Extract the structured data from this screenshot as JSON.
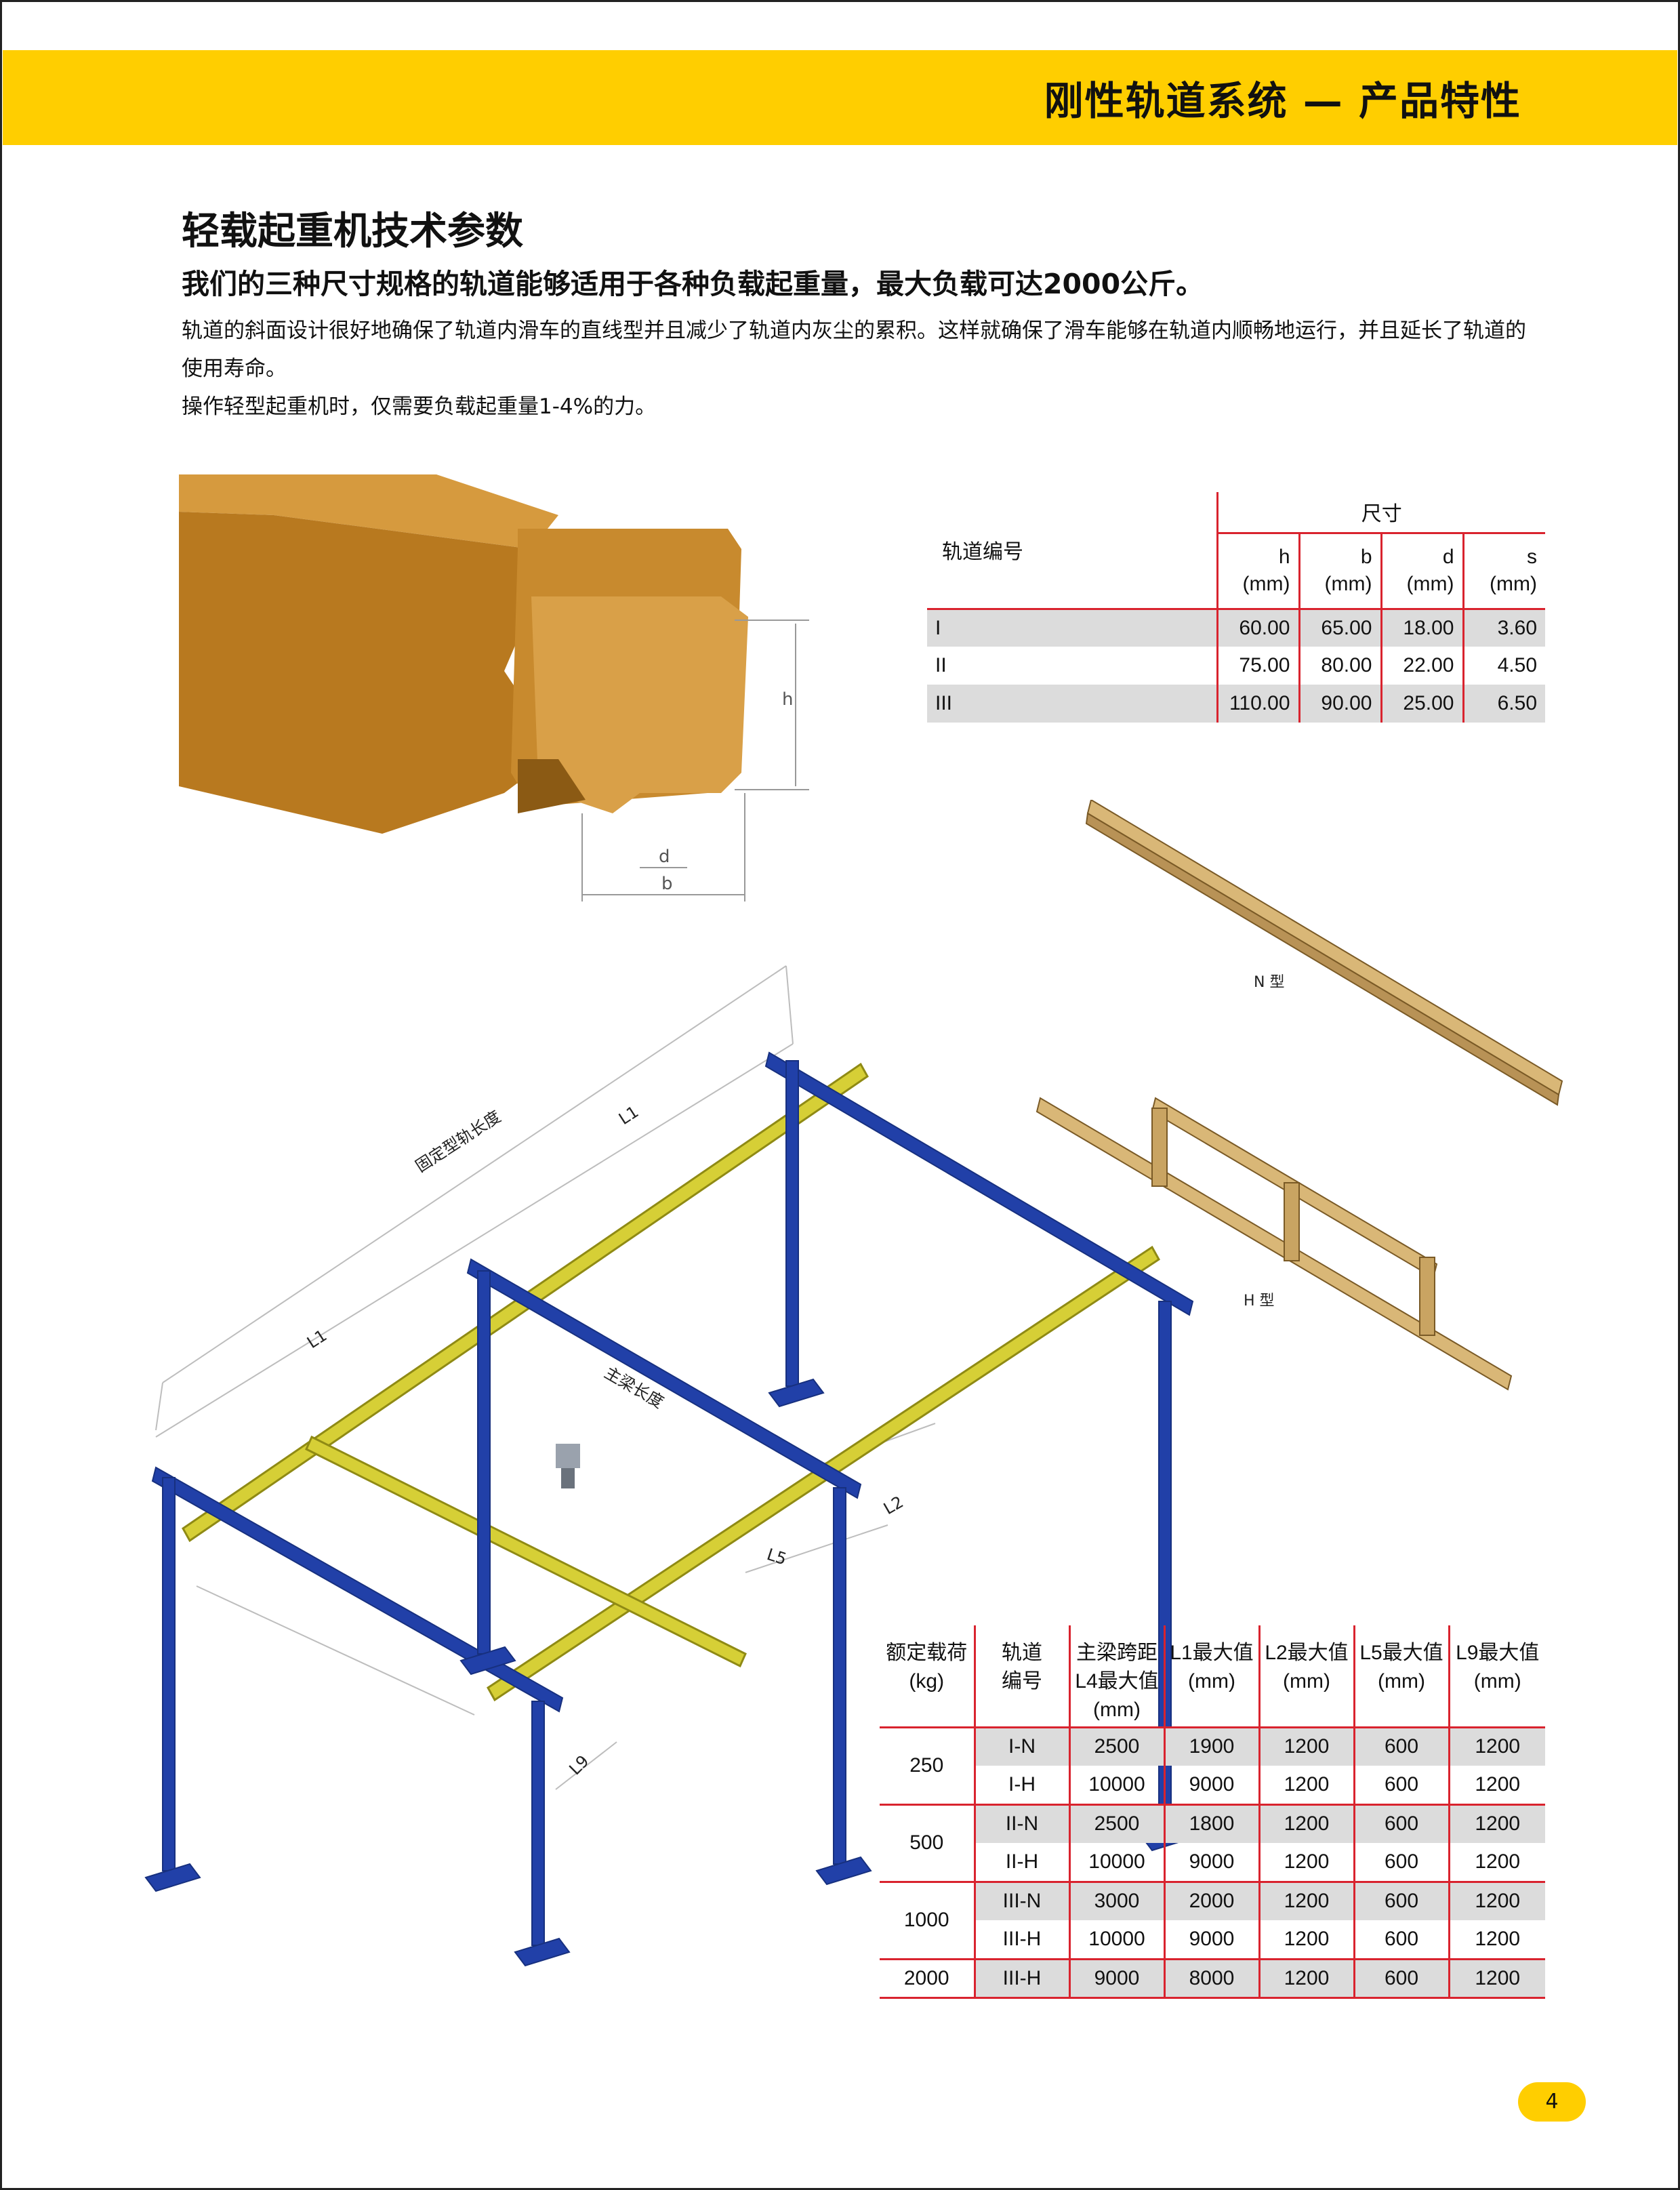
{
  "header": {
    "title": "刚性轨道系统 — 产品特性"
  },
  "section": {
    "title": "轻载起重机技术参数",
    "lead": "我们的三种尺寸规格的轨道能够适用于各种负载起重量，最大负载可达2000公斤。",
    "body_1": "轨道的斜面设计很好地确保了轨道内滑车的直线型并且减少了轨道内灰尘的累积。这样就确保了滑车能够在轨道内顺畅地运行，并且延长了轨道的使用寿命。",
    "body_2": "操作轻型起重机时，仅需要负载起重量1-4%的力。"
  },
  "rail_figure": {
    "label_h": "h",
    "label_d": "d",
    "label_b": "b"
  },
  "dimension_table": {
    "code_header": "轨道编号",
    "group_header": "尺寸",
    "columns": [
      {
        "name": "h",
        "unit": "(mm)"
      },
      {
        "name": "b",
        "unit": "(mm)"
      },
      {
        "name": "d",
        "unit": "(mm)"
      },
      {
        "name": "s",
        "unit": "(mm)"
      }
    ],
    "rows": [
      {
        "code": "I",
        "values": [
          "60.00",
          "65.00",
          "18.00",
          "3.60"
        ]
      },
      {
        "code": "II",
        "values": [
          "75.00",
          "80.00",
          "22.00",
          "4.50"
        ]
      },
      {
        "code": "III",
        "values": [
          "110.00",
          "90.00",
          "25.00",
          "6.50"
        ]
      }
    ]
  },
  "profiles": {
    "n_label": "N 型",
    "h_label": "H 型"
  },
  "crane_figure": {
    "fixed_rail_length": "固定型轨长度",
    "main_beam_length": "主梁长度",
    "l1_top": "L1",
    "l1_left": "L1",
    "l2": "L2",
    "l5": "L5",
    "l9": "L9"
  },
  "load_table": {
    "headers": [
      [
        "额定载荷",
        "(kg)"
      ],
      [
        "轨道",
        "编号"
      ],
      [
        "主梁跨距",
        "L4最大值",
        "(mm)"
      ],
      [
        "L1最大值",
        "(mm)"
      ],
      [
        "L2最大值",
        "(mm)"
      ],
      [
        "L5最大值",
        "(mm)"
      ],
      [
        "L9最大值",
        "(mm)"
      ]
    ],
    "groups": [
      {
        "load": "250",
        "rows": [
          {
            "code": "I-N",
            "l4": "2500",
            "l1": "1900",
            "l2": "1200",
            "l5": "600",
            "l9": "1200"
          },
          {
            "code": "I-H",
            "l4": "10000",
            "l1": "9000",
            "l2": "1200",
            "l5": "600",
            "l9": "1200"
          }
        ]
      },
      {
        "load": "500",
        "rows": [
          {
            "code": "II-N",
            "l4": "2500",
            "l1": "1800",
            "l2": "1200",
            "l5": "600",
            "l9": "1200"
          },
          {
            "code": "II-H",
            "l4": "10000",
            "l1": "9000",
            "l2": "1200",
            "l5": "600",
            "l9": "1200"
          }
        ]
      },
      {
        "load": "1000",
        "rows": [
          {
            "code": "III-N",
            "l4": "3000",
            "l1": "2000",
            "l2": "1200",
            "l5": "600",
            "l9": "1200"
          },
          {
            "code": "III-H",
            "l4": "10000",
            "l1": "9000",
            "l2": "1200",
            "l5": "600",
            "l9": "1200"
          }
        ]
      },
      {
        "load": "2000",
        "rows": [
          {
            "code": "III-H",
            "l4": "9000",
            "l1": "8000",
            "l2": "1200",
            "l5": "600",
            "l9": "1200"
          }
        ]
      }
    ]
  },
  "page": {
    "number": "4"
  },
  "colors": {
    "accent": "#ffce00",
    "table_rule": "#d9232e",
    "row_shade": "#dcdcdc",
    "rail_wood": "#c98a2c",
    "beam_blue": "#2140a8",
    "rail_yellow": "#d8d23a"
  }
}
